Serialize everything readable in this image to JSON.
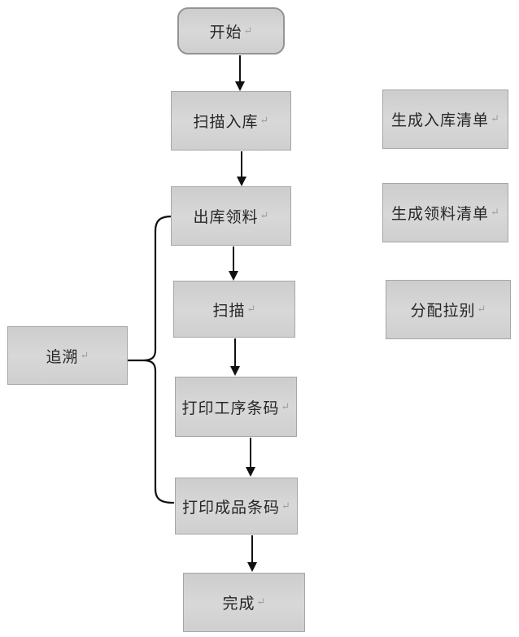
{
  "diagram": {
    "title": "barcode-warehouse-process-flowchart",
    "return_mark": "↵",
    "colors": {
      "background": "#ffffff",
      "box_border": "#a6a6a6",
      "box_border_start": "#949494",
      "box_fill_top": "#cdcdcd",
      "box_fill_mid": "#d8d8d8",
      "box_fill_bottom": "#cfcfcf",
      "connector": "#111111",
      "text": "#262626",
      "return_mark_color": "#9e9e9e"
    },
    "nodes": {
      "start": {
        "label": "开始",
        "shape": "rounded"
      },
      "scan_in": {
        "label": "扫描入库",
        "shape": "rect"
      },
      "outbound_pick": {
        "label": "出库领料",
        "shape": "rect"
      },
      "scan": {
        "label": "扫描",
        "shape": "rect"
      },
      "print_process_barcode": {
        "label": "打印工序条码",
        "shape": "rect"
      },
      "print_product_barcode": {
        "label": "打印成品条码",
        "shape": "rect"
      },
      "finish": {
        "label": "完成",
        "shape": "rect"
      },
      "gen_inbound_list": {
        "label": "生成入库清单",
        "shape": "rect"
      },
      "gen_picking_list": {
        "label": "生成领料清单",
        "shape": "rect"
      },
      "assign_line": {
        "label": "分配拉别",
        "shape": "rect"
      },
      "trace": {
        "label": "追溯",
        "shape": "rect"
      }
    },
    "edges": [
      "start→scan_in",
      "scan_in→outbound_pick",
      "outbound_pick→scan",
      "scan→print_process_barcode",
      "print_process_barcode→print_product_barcode",
      "print_product_barcode→finish",
      "trace—brace(outbound_pick..print_product_barcode)"
    ]
  }
}
